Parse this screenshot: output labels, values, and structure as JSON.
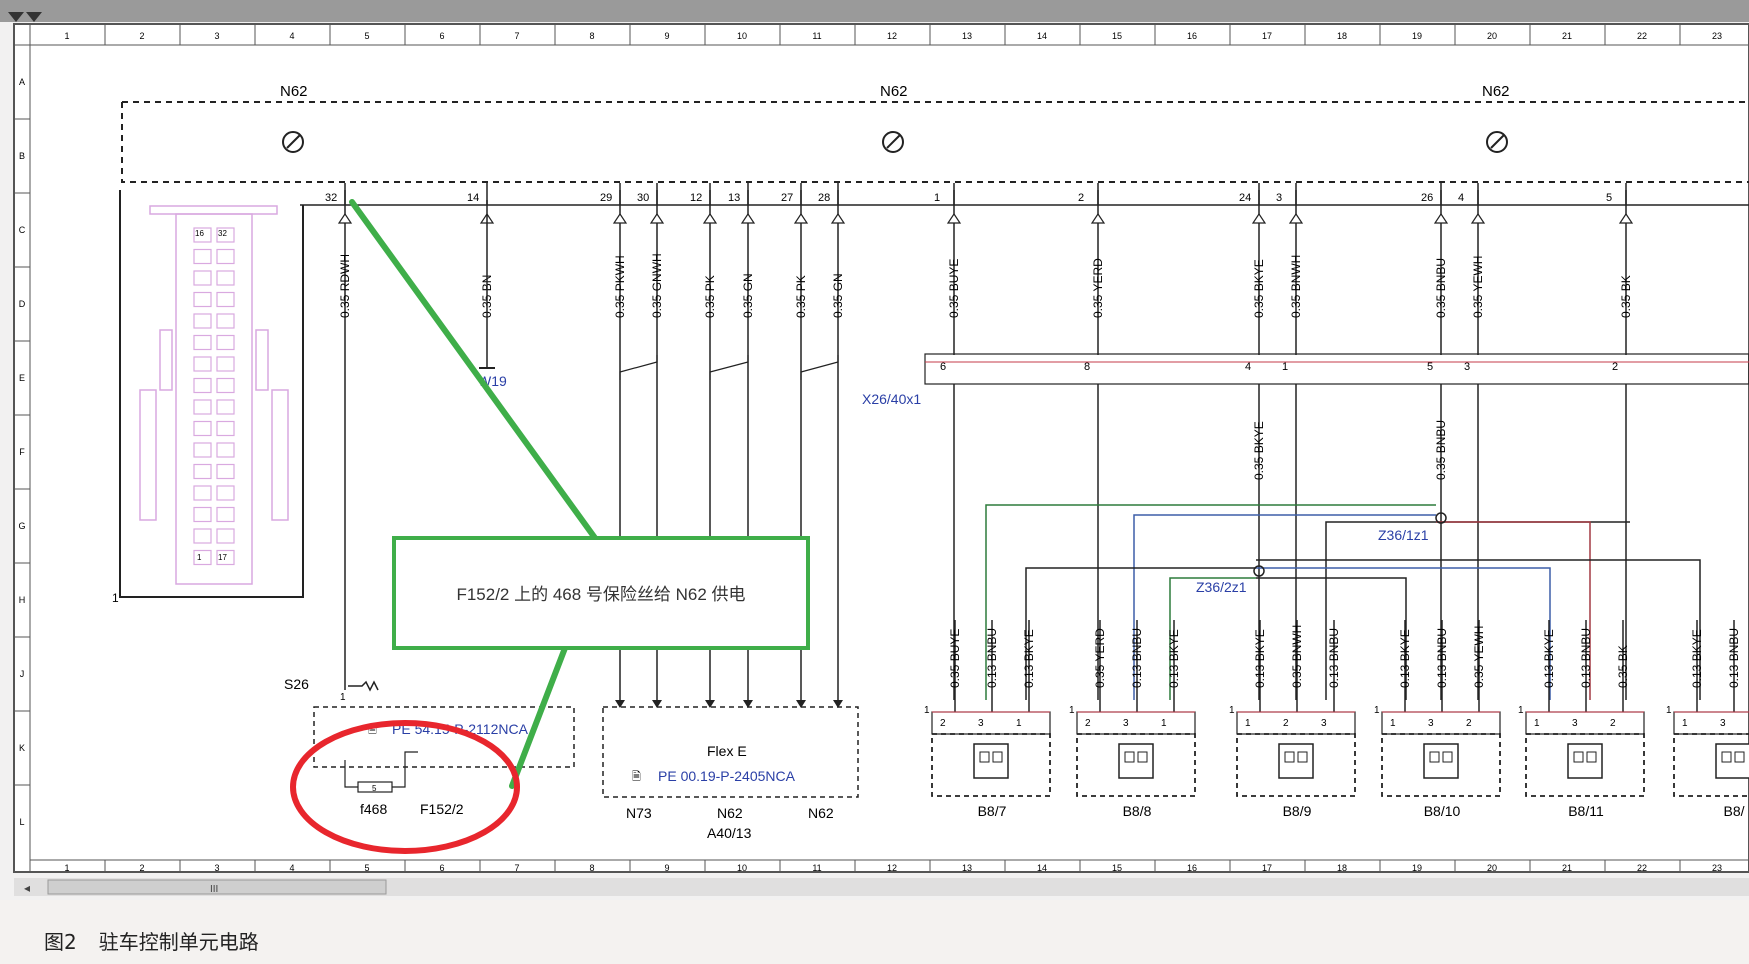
{
  "grid": {
    "columns": [
      "1",
      "2",
      "3",
      "4",
      "5",
      "6",
      "7",
      "8",
      "9",
      "10",
      "11",
      "12",
      "13",
      "14",
      "15",
      "16",
      "17",
      "18",
      "19",
      "20",
      "21",
      "22",
      "23"
    ],
    "rows": [
      "A",
      "B",
      "C",
      "D",
      "E",
      "F",
      "G",
      "H",
      "J",
      "K",
      "L"
    ]
  },
  "module": {
    "labels": [
      "N62",
      "N62",
      "N62"
    ],
    "connector_index": "1",
    "pin_labels": [
      "16",
      "32",
      "1",
      "17"
    ]
  },
  "wires": [
    {
      "pin": "32",
      "color": "0.35 RDWH"
    },
    {
      "pin": "14",
      "color": "0.35 BN"
    },
    {
      "pin": "29",
      "color": "0.35 PKWH"
    },
    {
      "pin": "30",
      "color": "0.35 GNWH"
    },
    {
      "pin": "12",
      "color": "0.35 PK"
    },
    {
      "pin": "13",
      "color": "0.35 GN"
    },
    {
      "pin": "27",
      "color": "0.35 PK"
    },
    {
      "pin": "28",
      "color": "0.35 GN"
    },
    {
      "pin": "1",
      "color": "0.35 BUYE"
    },
    {
      "pin": "2",
      "color": "0.35 YERD"
    },
    {
      "pin": "24",
      "color": "0.35 BKYE"
    },
    {
      "pin": "3",
      "color": "0.35 BNWH"
    },
    {
      "pin": "26",
      "color": "0.35 BNBU"
    },
    {
      "pin": "4",
      "color": "0.35 YEWH"
    },
    {
      "pin": "5",
      "color": "0.35 BK"
    }
  ],
  "ground": {
    "label": "W19"
  },
  "connector_x26": {
    "label": "X26/40x1",
    "pins": [
      "6",
      "8",
      "4",
      "1",
      "5",
      "3",
      "2"
    ]
  },
  "splices": {
    "z36_1": "Z36/1z1",
    "z36_2": "Z36/2z1",
    "wire_bkye": "0.35 BKYE",
    "wire_bnbu": "0.35 BNBU"
  },
  "fuse": {
    "s26": "S26",
    "pe_ref": "PE 54.15-P-2112NCA",
    "fuse_num": "f468",
    "fuse_box": "F152/2",
    "pin_5": "5",
    "pin_1": "1"
  },
  "flex": {
    "title": "Flex E",
    "pe_ref": "PE 00.19-P-2405NCA",
    "n73": "N73",
    "n62": "N62",
    "n62b": "N62",
    "a40": "A40/13"
  },
  "sensors": [
    {
      "label": "B8/7",
      "wires": [
        "0.35 BUYE",
        "0.13 BNBU",
        "0.13 BKYE"
      ],
      "pins": [
        "1",
        "2",
        "3",
        "1"
      ]
    },
    {
      "label": "B8/8",
      "wires": [
        "0.35 YERD",
        "0.13 BNBU",
        "0.13 BKYE"
      ],
      "pins": [
        "1",
        "2",
        "3",
        "1"
      ]
    },
    {
      "label": "B8/9",
      "wires": [
        "0.13 BKYE",
        "0.35 BNWH",
        "0.13 BNBU"
      ],
      "pins": [
        "1",
        "1",
        "2",
        "3"
      ]
    },
    {
      "label": "B8/10",
      "wires": [
        "0.13 BKYE",
        "0.13 BNBU",
        "0.35 YEWH"
      ],
      "pins": [
        "1",
        "1",
        "3",
        "2"
      ]
    },
    {
      "label": "B8/11",
      "wires": [
        "0.13 BKYE",
        "0.13 BNBU",
        "0.35 BK"
      ],
      "pins": [
        "1",
        "1",
        "3",
        "2"
      ]
    },
    {
      "label": "B8/",
      "wires": [
        "0.13 BKYE",
        "0.13 BNBU"
      ],
      "pins": [
        "1",
        "1",
        "3"
      ]
    }
  ],
  "annotation": {
    "text": "F152/2 上的 468 号保险丝给 N62 供电",
    "color": "#3fae49",
    "highlight": "#e8262d"
  },
  "caption": {
    "fig": "图2",
    "title": "驻车控制单元电路"
  }
}
